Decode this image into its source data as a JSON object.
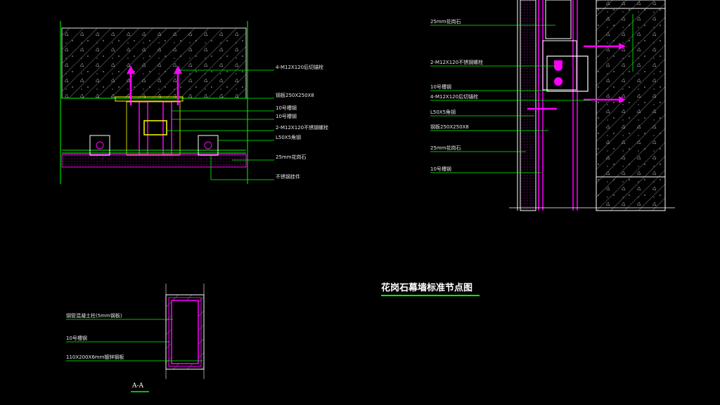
{
  "drawing": {
    "title": "花岗石幕墙标准节点图",
    "section_label": "A-A"
  },
  "plan_labels": [
    "4-M12X120后切锚栓",
    "钢板250X250X8",
    "10号槽钢",
    "10号槽钢",
    "2-M12X120不锈钢螺栓",
    "L50X5角钢",
    "25mm花岗石",
    "不锈钢挂件"
  ],
  "elevation_labels": [
    "25mm花岗石",
    "2-M12X120不锈钢螺栓",
    "10号槽钢",
    "4-M12X120后切锚栓",
    "L50X5角钢",
    "钢板250X250X8",
    "25mm花岗石",
    "10号槽钢"
  ],
  "section_labels": [
    "钢管混凝土柱(5mm钢板)",
    "10号槽钢",
    "110X200X6mm镀锌钢板"
  ],
  "colors": {
    "background": "#000000",
    "green": "#00ff00",
    "magenta": "#ff00ff",
    "white": "#ffffff",
    "yellow": "#ffff00",
    "label_text": "#e8e8e8"
  }
}
